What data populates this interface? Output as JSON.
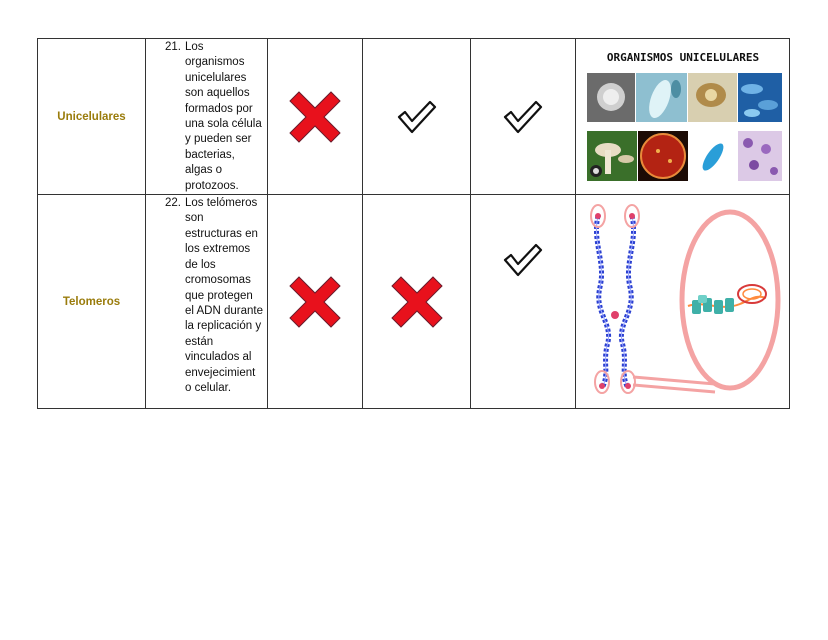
{
  "rows": [
    {
      "term": "Unicelulares",
      "number": "21.",
      "definition": "Los organismos unicelulares son aquellos formados por una sola célula y pueden ser bacterias, algas o protozoos.",
      "marks": [
        "x-mark",
        "check-mark",
        "check-mark"
      ],
      "image_caption": "ORGANISMOS UNICELULARES"
    },
    {
      "term": "Telomeros",
      "number": "22.",
      "definition": "Los telómeros son estructuras en los extremos de los cromosomas que protegen el ADN durante la replicación y están vinculados al envejecimient o celular.",
      "marks": [
        "x-mark",
        "x-mark",
        "check-mark"
      ]
    }
  ],
  "colors": {
    "term": "#9a7c0c",
    "x_mark": "#e8111c",
    "check_mark": "#111111"
  }
}
